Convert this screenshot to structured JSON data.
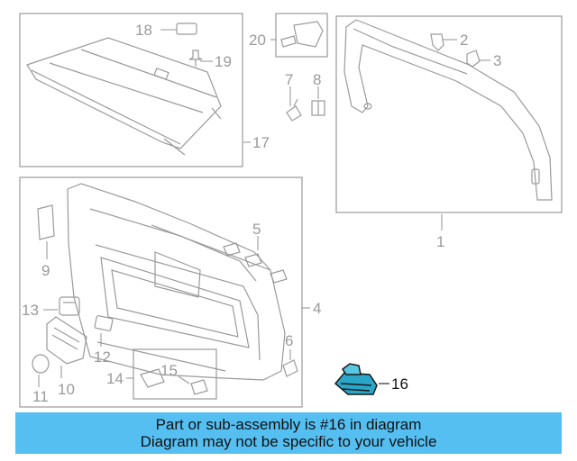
{
  "diagram": {
    "callouts": {
      "c1": "1",
      "c2": "2",
      "c3": "3",
      "c4": "4",
      "c5": "5",
      "c6": "6",
      "c7": "7",
      "c8": "8",
      "c9": "9",
      "c10": "10",
      "c11": "11",
      "c12": "12",
      "c13": "13",
      "c14": "14",
      "c15": "15",
      "c16": "16",
      "c17": "17",
      "c18": "18",
      "c19": "19",
      "c20": "20"
    },
    "colors": {
      "line": "#9a9a9a",
      "highlight_fill": "#2aa6c8",
      "highlight_stroke": "#1a1a1a",
      "banner": "#55bff2"
    }
  },
  "banner": {
    "line1": "Part or sub-assembly is #16 in diagram",
    "line2": "Diagram may not be specific to your vehicle"
  }
}
